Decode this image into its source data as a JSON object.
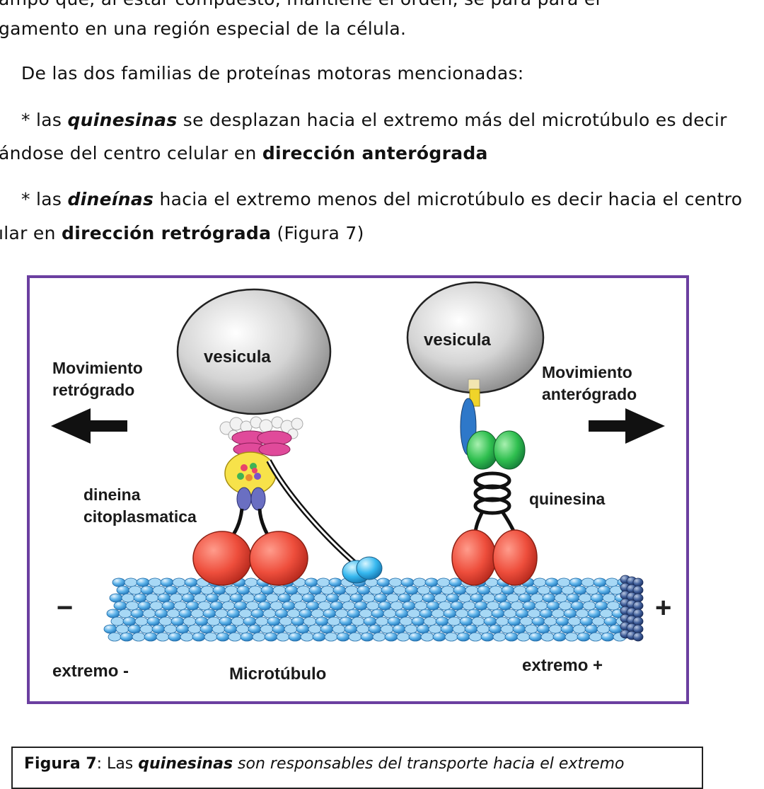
{
  "text": {
    "line0": "ampo que, al estar compuesto, mantiene el orden, se para para el",
    "line1": "gamento en una región especial de la célula.",
    "line2": "De las dos familias de proteínas motoras mencionadas:",
    "line3_pre": "* las ",
    "line3_bold": "quinesinas",
    "line3_post": " se desplazan hacia el extremo más del microtúbulo es decir",
    "line4_pre": "ándose del centro celular en ",
    "line4_bold": "dirección anterógrada",
    "line5_pre": "* las ",
    "line5_bold": "dineínas",
    "line5_post": " hacia el extremo menos del microtúbulo es decir hacia el centro",
    "line6_pre": "ılar en ",
    "line6_bold": "dirección retrógrada",
    "line6_post": " (Figura 7)"
  },
  "figure": {
    "vesicle_left": "vesicula",
    "vesicle_right": "vesicula",
    "movement_left_1": "Movimiento",
    "movement_left_2": "retrógrado",
    "movement_right_1": "Movimiento",
    "movement_right_2": "anterógrado",
    "dynein_1": "dineina",
    "dynein_2": "citoplasmatica",
    "kinesin": "quinesina",
    "minus_sign": "−",
    "plus_sign": "+",
    "minus_end": "extremo -",
    "microtubule": "Microtúbulo",
    "plus_end": "extremo +",
    "border_color": "#6b3fa0"
  },
  "caption": {
    "label": "Figura 7",
    "sep": ": Las ",
    "bold": "quinesinas",
    "rest": " son responsables del transporte hacia el extremo"
  }
}
